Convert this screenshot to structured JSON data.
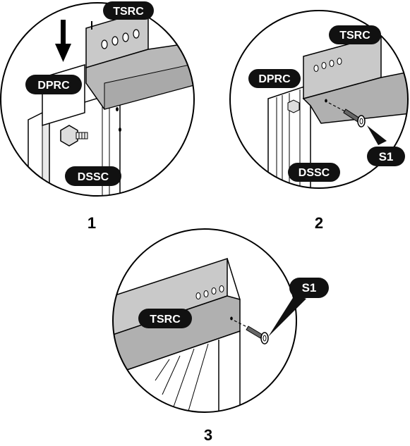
{
  "steps": [
    {
      "number": "1",
      "callouts": {
        "top": "TSRC",
        "middle": "DPRC",
        "bottom": "DSSC"
      }
    },
    {
      "number": "2",
      "callouts": {
        "top": "TSRC",
        "middle": "DPRC",
        "bottom": "DSSC",
        "screw": "S1"
      }
    },
    {
      "number": "3",
      "callouts": {
        "panel": "TSRC",
        "screw": "S1"
      }
    }
  ],
  "colors": {
    "metal": "#c9c9c9",
    "metal_dark": "#a9a9a9",
    "tag": "#111111",
    "line": "#000000"
  }
}
